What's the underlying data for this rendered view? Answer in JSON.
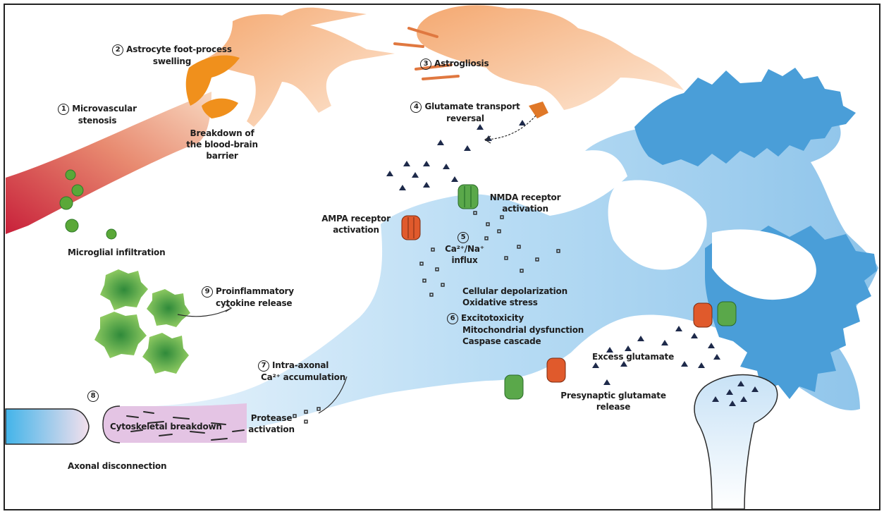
{
  "labels": {
    "astrocyte_swelling": {
      "num": "2",
      "line1": "Astrocyte foot-process",
      "line2": "swelling"
    },
    "astrogliosis": {
      "num": "3",
      "text": "Astrogliosis"
    },
    "glutamate_transport": {
      "num": "4",
      "line1": "Glutamate transport",
      "line2": "reversal"
    },
    "microvascular": {
      "num": "1",
      "line1": "Microvascular",
      "line2": "stenosis"
    },
    "bbb": {
      "line1": "Breakdown of",
      "line2": "the blood-brain",
      "line3": "barrier"
    },
    "nmda": {
      "line1": "NMDA receptor",
      "line2": "activation"
    },
    "ampa": {
      "line1": "AMPA receptor",
      "line2": "activation"
    },
    "influx": {
      "num": "5",
      "line1": "Ca²⁺/Na⁺",
      "line2": "influx"
    },
    "microglial": {
      "text": "Microglial infiltration"
    },
    "cytokine": {
      "num": "9",
      "line1": "Proinflammatory",
      "line2": "cytokine release"
    },
    "effects": {
      "line1": "Cellular depolarization",
      "line2": "Oxidative stress"
    },
    "cascade": {
      "num": "6",
      "line1": "Excitotoxicity",
      "line2": "Mitochondrial dysfunction",
      "line3": "Caspase cascade"
    },
    "intra_axonal": {
      "num": "7",
      "line1": "Intra-axonal",
      "line2": "Ca²⁺ accumulation"
    },
    "excess_glutamate": {
      "text": "Excess glutamate"
    },
    "presynaptic": {
      "line1": "Presynaptic glutamate",
      "line2": "release"
    },
    "step8": {
      "num": "8"
    },
    "protease": {
      "line1": "Protease",
      "line2": "activation"
    },
    "cytoskeletal": {
      "text": "Cytoskeletal breakdown"
    },
    "axonal": {
      "text": "Axonal disconnection"
    }
  },
  "colors": {
    "vessel": "#c8283a",
    "astrocyte": "#f0a868",
    "astro_swelling": "#f08c1c",
    "neuron": "#a8d0ee",
    "dendrite": "#3a8fd0",
    "microglia": "#5ca838",
    "ampa": "#e05a2c",
    "nmda": "#5aa84a",
    "axon_break": "#d8a8d8"
  }
}
